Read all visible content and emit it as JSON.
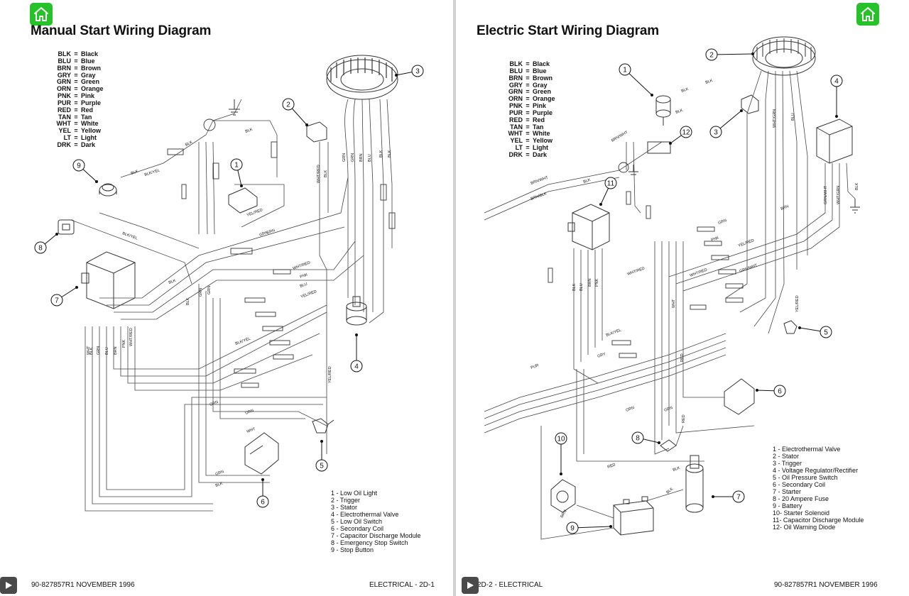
{
  "left_page": {
    "title": "Manual Start Wiring Diagram",
    "color_legend": [
      {
        "code": "BLK",
        "name": "Black"
      },
      {
        "code": "BLU",
        "name": "Blue"
      },
      {
        "code": "BRN",
        "name": "Brown"
      },
      {
        "code": "GRY",
        "name": "Gray"
      },
      {
        "code": "GRN",
        "name": "Green"
      },
      {
        "code": "ORN",
        "name": "Orange"
      },
      {
        "code": "PNK",
        "name": "Pink"
      },
      {
        "code": "PUR",
        "name": "Purple"
      },
      {
        "code": "RED",
        "name": "Red"
      },
      {
        "code": "TAN",
        "name": "Tan"
      },
      {
        "code": "WHT",
        "name": "White"
      },
      {
        "code": "YEL",
        "name": "Yellow"
      },
      {
        "code": "LT",
        "name": "Light"
      },
      {
        "code": "DRK",
        "name": "Dark"
      }
    ],
    "parts": [
      "1 - Low Oil Light",
      "2 - Trigger",
      "3 - Stator",
      "4 - Electrothermal Valve",
      "5 - Low Oil Switch",
      "6 - Secondary Coil",
      "7 - Capacitor Discharge Module",
      "8 - Emergency Stop Switch",
      "9 - Stop Button"
    ],
    "callouts": [
      "1",
      "2",
      "3",
      "4",
      "5",
      "6",
      "7",
      "8",
      "9"
    ],
    "wire_labels": [
      "BLK",
      "BLK/YEL",
      "BLK",
      "BLK",
      "GRN",
      "GRN",
      "BRN",
      "BLU",
      "BLK",
      "BLK",
      "WHT/RED",
      "BLK",
      "YEL/RED",
      "GRN",
      "WHT/RED",
      "PNK",
      "BLU",
      "YEL/RED",
      "BLK/YEL",
      "GRN",
      "ORN",
      "WHT",
      "WHT",
      "BLK",
      "GRN",
      "BLU",
      "BRN",
      "PNK",
      "WHT/RED",
      "BLK/YEL",
      "GRN",
      "GRN",
      "BLK",
      "BLK",
      "YEL/RED",
      "ORN",
      "GRN",
      "BLK"
    ],
    "footer_left": "90-827857R1   NOVEMBER 1996",
    "footer_right": "ELECTRICAL - 2D-1"
  },
  "right_page": {
    "title": "Electric Start Wiring Diagram",
    "color_legend": [
      {
        "code": "BLK",
        "name": "Black"
      },
      {
        "code": "BLU",
        "name": "Blue"
      },
      {
        "code": "BRN",
        "name": "Brown"
      },
      {
        "code": "GRY",
        "name": "Gray"
      },
      {
        "code": "GRN",
        "name": "Green"
      },
      {
        "code": "ORN",
        "name": "Orange"
      },
      {
        "code": "PNK",
        "name": "Pink"
      },
      {
        "code": "PUR",
        "name": "Purple"
      },
      {
        "code": "RED",
        "name": "Red"
      },
      {
        "code": "TAN",
        "name": "Tan"
      },
      {
        "code": "WHT",
        "name": "White"
      },
      {
        "code": "YEL",
        "name": "Yellow"
      },
      {
        "code": "LT",
        "name": "Light"
      },
      {
        "code": "DRK",
        "name": "Dark"
      }
    ],
    "parts": [
      "1 - Electrothermal Valve",
      "2 - Stator",
      "3 - Trigger",
      "4 - Voltage Regulator/Rectifier",
      "5 - Oil Pressure Switch",
      "6 - Secondary Coil",
      "7 - Starter",
      "8 - 20 Ampere Fuse",
      "9 - Battery",
      "10- Starter Solenoid",
      "11- Capacitor Discharge Module",
      "12- Oil Warning Diode"
    ],
    "callouts": [
      "1",
      "2",
      "3",
      "4",
      "5",
      "6",
      "7",
      "8",
      "9",
      "10",
      "11",
      "12"
    ],
    "wire_labels": [
      "BLK",
      "BLK",
      "BLK",
      "BRN/WHT",
      "BRN/WHT",
      "BRN/BLK",
      "BLK",
      "GRN",
      "BRN",
      "BLU",
      "WHT/GRN",
      "WHT/RED",
      "PNK",
      "YEL/RED",
      "GRN/WHT",
      "BLK/YEL",
      "GRY",
      "PUR",
      "WHT",
      "BLK",
      "BLU",
      "BRN",
      "PNK",
      "WHT/RED",
      "RED",
      "RED",
      "BLK",
      "GRN",
      "ORN",
      "RED",
      "BRN",
      "YEL/RED",
      "BLK",
      "GRN/WHT",
      "WHT/GRN",
      "BLK"
    ],
    "footer_left": "2D-2 - ELECTRICAL",
    "footer_right": "90-827857R1   NOVEMBER 1996"
  },
  "nav": {
    "home_icon": "home-icon",
    "next_icon": "play-arrow-icon",
    "button_color": "#27c22a"
  }
}
